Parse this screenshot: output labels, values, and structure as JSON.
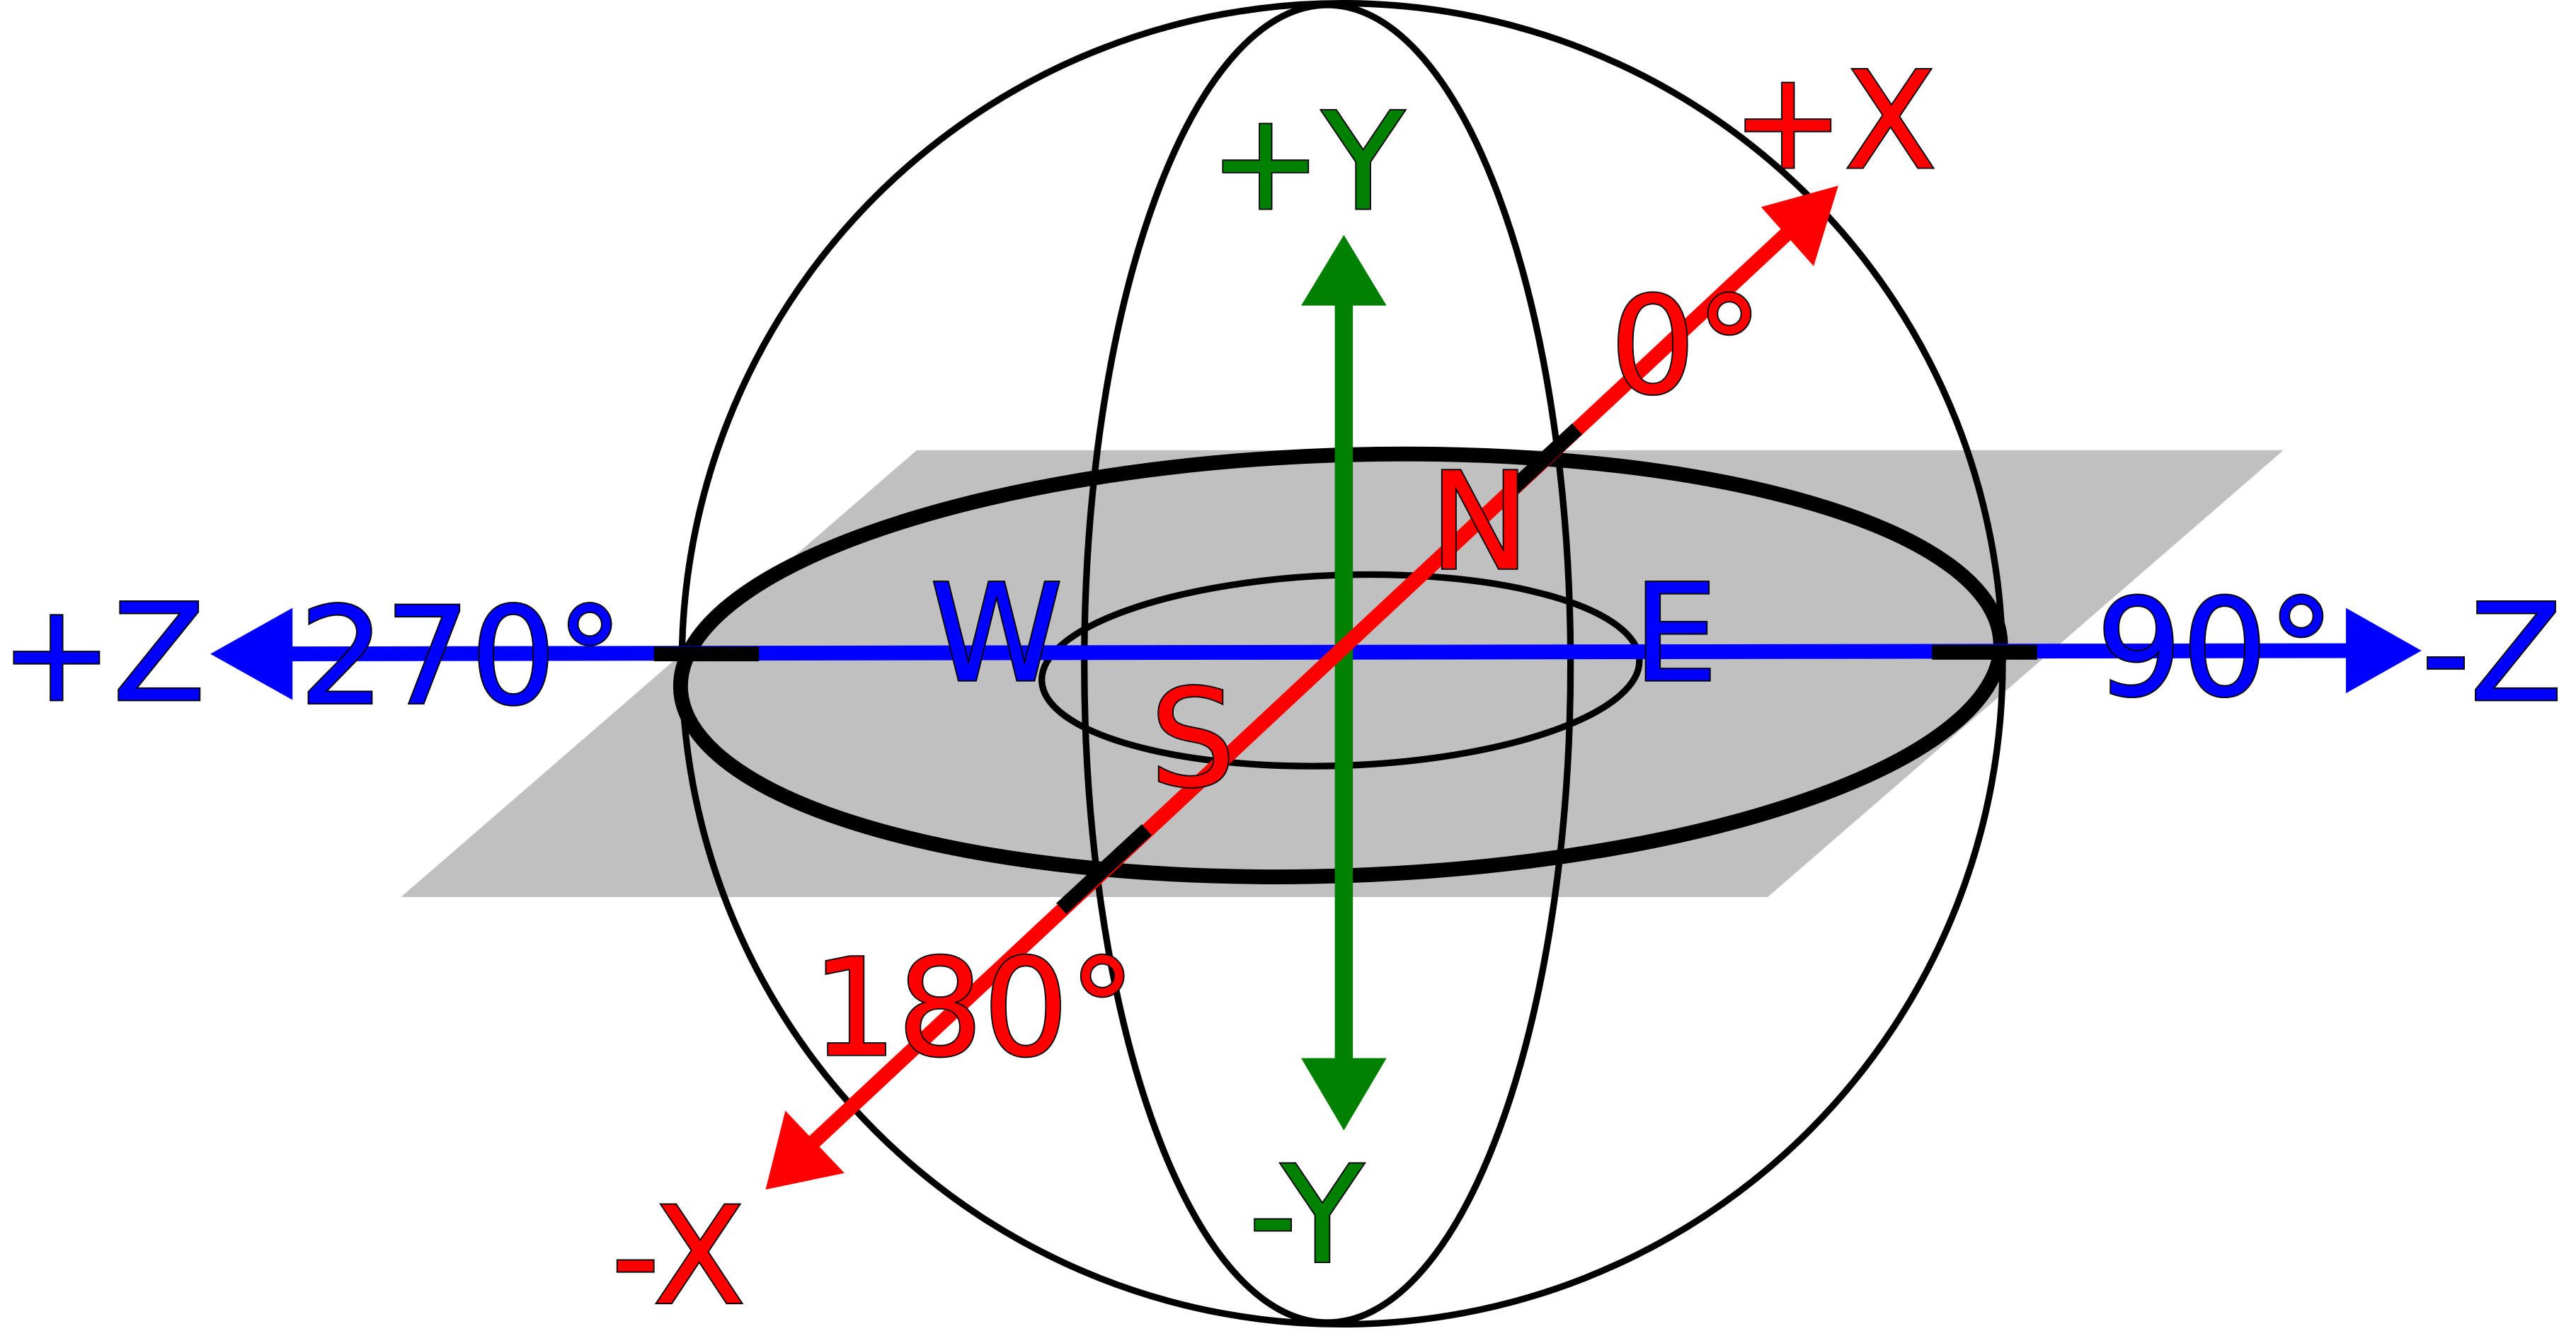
{
  "colors": {
    "x_axis": "#ff0000",
    "y_axis": "#008000",
    "z_axis": "#0000ff",
    "plane": "#c0c0c0",
    "outline": "#000000"
  },
  "labels": {
    "plus_x": "+X",
    "minus_x": "-X",
    "plus_y": "+Y",
    "minus_y": "-Y",
    "plus_z": "+Z",
    "minus_z": "-Z",
    "deg_0": "0°",
    "deg_90": "90°",
    "deg_180": "180°",
    "deg_270": "270°",
    "north": "N",
    "south": "S",
    "east": "E",
    "west": "W"
  }
}
